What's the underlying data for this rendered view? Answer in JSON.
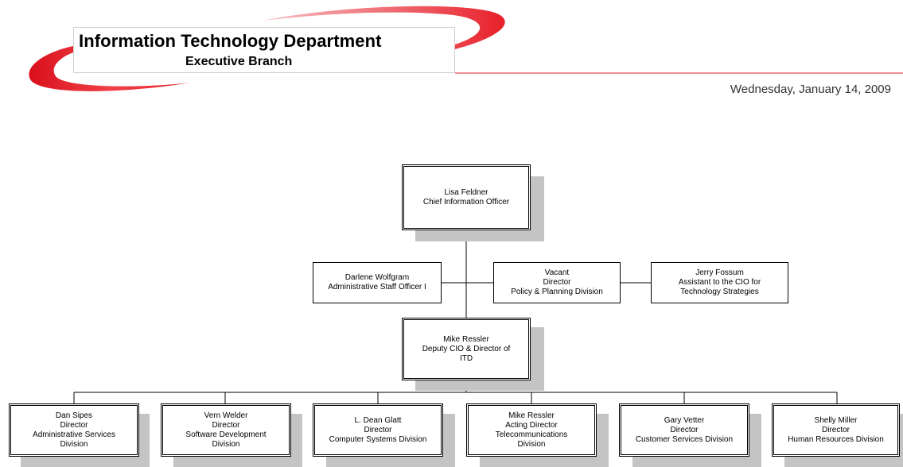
{
  "header": {
    "title": "Information Technology Department",
    "subtitle": "Executive Branch",
    "date": "Wednesday, January 14, 2009",
    "swoosh_color": "#e8202a"
  },
  "org": {
    "cio": {
      "lines": [
        "Lisa Feldner",
        "Chief Information Officer"
      ]
    },
    "staff_left": {
      "lines": [
        "Darlene Wolfgram",
        "Administrative Staff Officer I"
      ]
    },
    "policy": {
      "lines": [
        "Vacant",
        "Director",
        "Policy & Planning Division"
      ]
    },
    "assistant": {
      "lines": [
        "Jerry Fossum",
        "Assistant to the CIO for",
        "Technology Strategies"
      ]
    },
    "deputy": {
      "lines": [
        "Mike Ressler",
        "Deputy CIO & Director of",
        "ITD"
      ]
    },
    "divisions": [
      {
        "lines": [
          "Dan Sipes",
          "Director",
          "Administrative Services",
          "Division"
        ]
      },
      {
        "lines": [
          "Vern Welder",
          "Director",
          "Software Development",
          "Division"
        ]
      },
      {
        "lines": [
          "L. Dean Glatt",
          "Director",
          "Computer Systems Division"
        ]
      },
      {
        "lines": [
          "Mike Ressler",
          "Acting Director",
          "Telecommunications",
          "Division"
        ]
      },
      {
        "lines": [
          "Gary Vetter",
          "Director",
          "Customer Services Division"
        ]
      },
      {
        "lines": [
          "Shelly Miller",
          "Director",
          "Human Resources Division"
        ]
      }
    ]
  }
}
